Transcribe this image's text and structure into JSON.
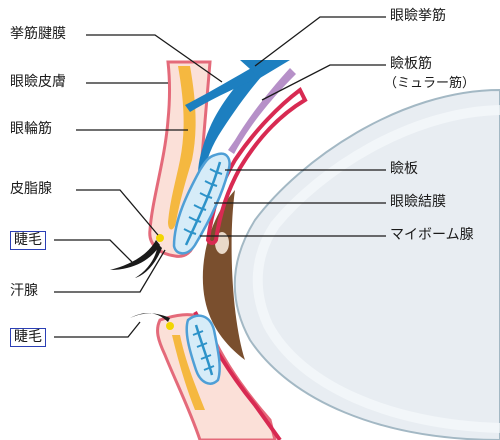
{
  "labels": {
    "levator_aponeurosis": "挙筋腱膜",
    "eyelid_skin": "眼瞼皮膚",
    "orbicularis": "眼輪筋",
    "sebaceous_gland": "皮脂腺",
    "eyelash_upper": "睫毛",
    "sweat_gland": "汗腺",
    "eyelash_lower": "睫毛",
    "levator_muscle": "眼瞼挙筋",
    "tarsal_muscle": "瞼板筋",
    "tarsal_muscle_sub": "（ミュラー筋）",
    "tarsus": "瞼板",
    "conjunctiva": "眼瞼結膜",
    "meibomian_gland": "マイボーム腺"
  },
  "colors": {
    "skin_outline": "#e46a7a",
    "skin_fill": "#fbe0d8",
    "orbicularis": "#f5b840",
    "tarsus_outline": "#4f9fd6",
    "tarsus_fill": "#d6ecf8",
    "meibomian": "#2d93c9",
    "muscle_blue": "#1d7fc0",
    "mueller": "#b690c8",
    "conjunctiva": "#d82a52",
    "globe_fill": "#e8edf2",
    "globe_outline": "#a3b8c4",
    "iris": "#7a4f2e",
    "lash": "#1a1a1a",
    "gland_yellow": "#f2d500",
    "box_border": "#2b3fb5"
  }
}
